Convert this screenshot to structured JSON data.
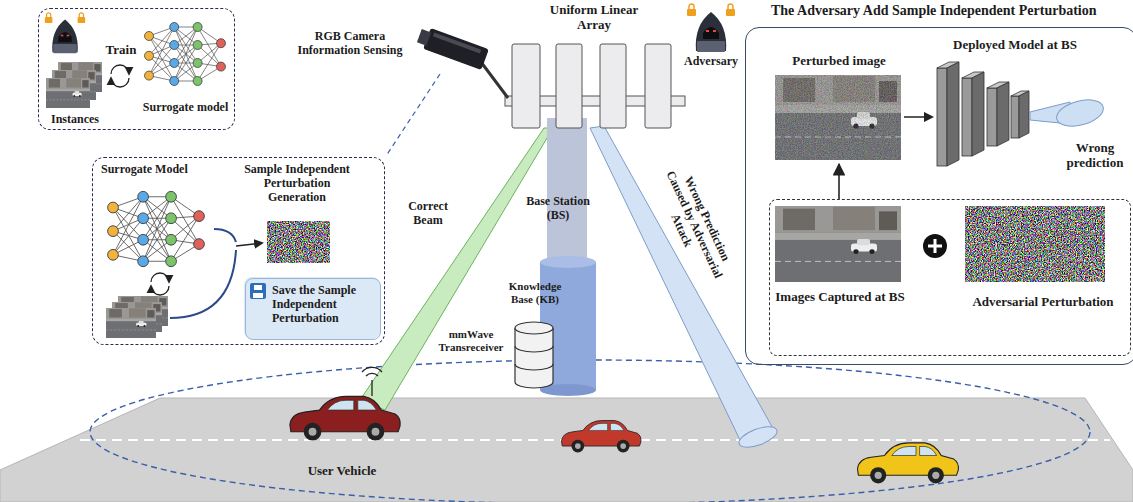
{
  "diagram": {
    "nodes": [
      {
        "text": [
          "Train",
          "Surrogate model",
          "Instances"
        ]
      },
      {
        "text": [
          "Surrogate Model",
          "Sample Independent Perturbation Generation"
        ]
      },
      {
        "text": [
          "Save the Sample Independent Perturbation"
        ],
        "in": 1
      },
      {
        "text": [
          "The Adversary Add Sample Independent Perturbation",
          "Deployed Model at BS",
          "Wrong prediction"
        ]
      },
      {
        "text": [
          "Perturbed image"
        ],
        "in": 3
      },
      {
        "text": [
          "Images Captured at BS",
          "Adversarial Perturbation"
        ],
        "in": 3
      }
    ],
    "edges": [
      {
        "from": 5,
        "to": 4,
        "arrow": "to"
      }
    ],
    "labels": [
      "RGB Camera Information Sensing",
      "Uniform Linear Array",
      "Adversary",
      "Correct Beam",
      "Base Station (BS)",
      "Wrong Prediction Caused by Adversarial Attack",
      "Knowledge Base (KB)",
      "mmWave Transreceiver",
      "User Vehicle"
    ]
  }
}
